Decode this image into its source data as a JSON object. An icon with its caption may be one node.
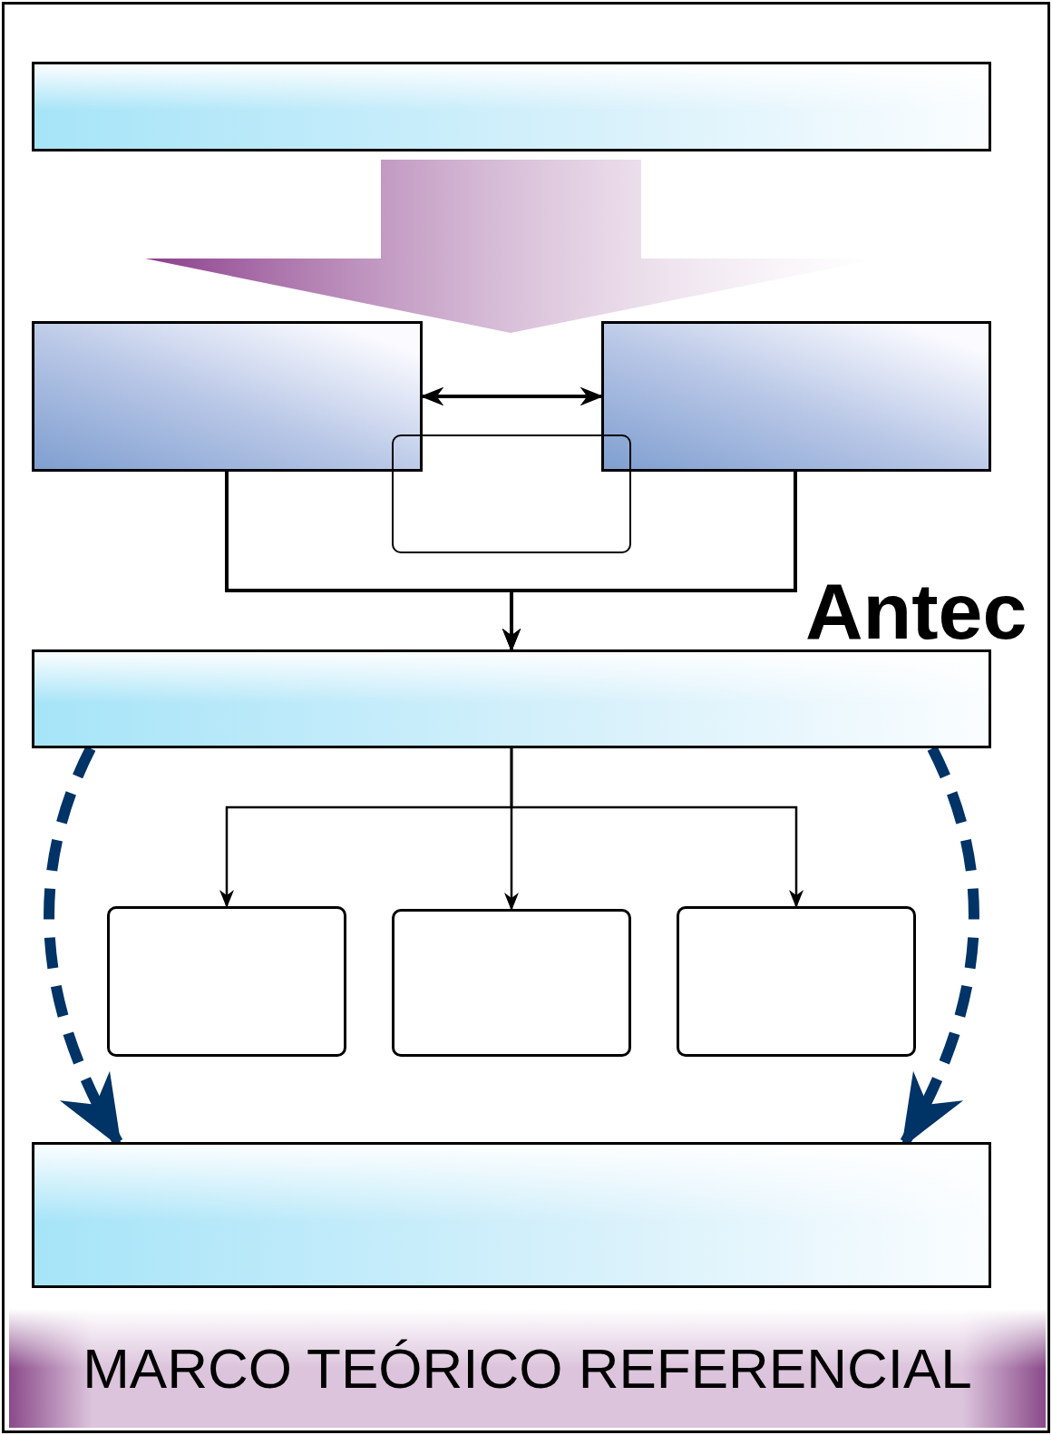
{
  "diagram": {
    "nodes": [
      {
        "text": [],
        "shape": "box"
      },
      {
        "text": [],
        "shape": "box"
      },
      {
        "text": [],
        "shape": "box"
      },
      {
        "text": [],
        "shape": "box"
      },
      {
        "text": [],
        "shape": "box"
      },
      {
        "text": [],
        "shape": "box"
      },
      {
        "text": [],
        "shape": "box"
      },
      {
        "text": [],
        "shape": "box"
      },
      {
        "text": [],
        "shape": "box"
      },
      {
        "text": [
          "MARCO TEÓRICO REFERENCIAL"
        ]
      }
    ],
    "edges": [
      {
        "from": 0,
        "to": null,
        "arrow": "to",
        "style": "thick",
        "color": "#8b3e8b"
      },
      {
        "from": 1,
        "to": 2,
        "arrow": "both"
      },
      {
        "from": 1,
        "to": 4,
        "arrow": "to"
      },
      {
        "from": 2,
        "to": 4,
        "arrow": "to"
      },
      {
        "from": 4,
        "to": 5,
        "arrow": "to"
      },
      {
        "from": 4,
        "to": 6,
        "arrow": "to"
      },
      {
        "from": 4,
        "to": 7,
        "arrow": "to"
      },
      {
        "from": 4,
        "to": 8,
        "arrow": "to",
        "style": "dashed",
        "color": "#003366"
      },
      {
        "from": 4,
        "to": 8,
        "arrow": "to",
        "style": "dashed",
        "color": "#003366"
      }
    ],
    "labels": [
      "Antec"
    ]
  }
}
